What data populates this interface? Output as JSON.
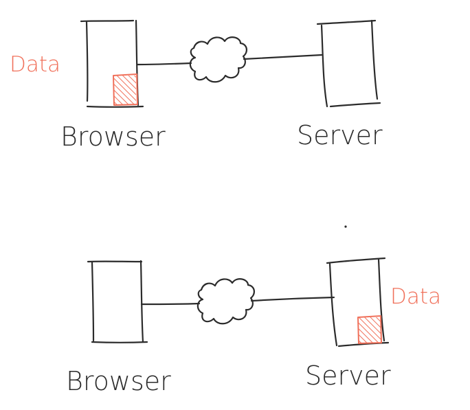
{
  "colors": {
    "ink": "#2b2b2b",
    "accent": "#f0705a"
  },
  "scenarios": [
    {
      "client_label": "Browser",
      "server_label": "Server",
      "data_label": "Data",
      "data_location": "browser"
    },
    {
      "client_label": "Browser",
      "server_label": "Server",
      "data_label": "Data",
      "data_location": "server"
    }
  ]
}
